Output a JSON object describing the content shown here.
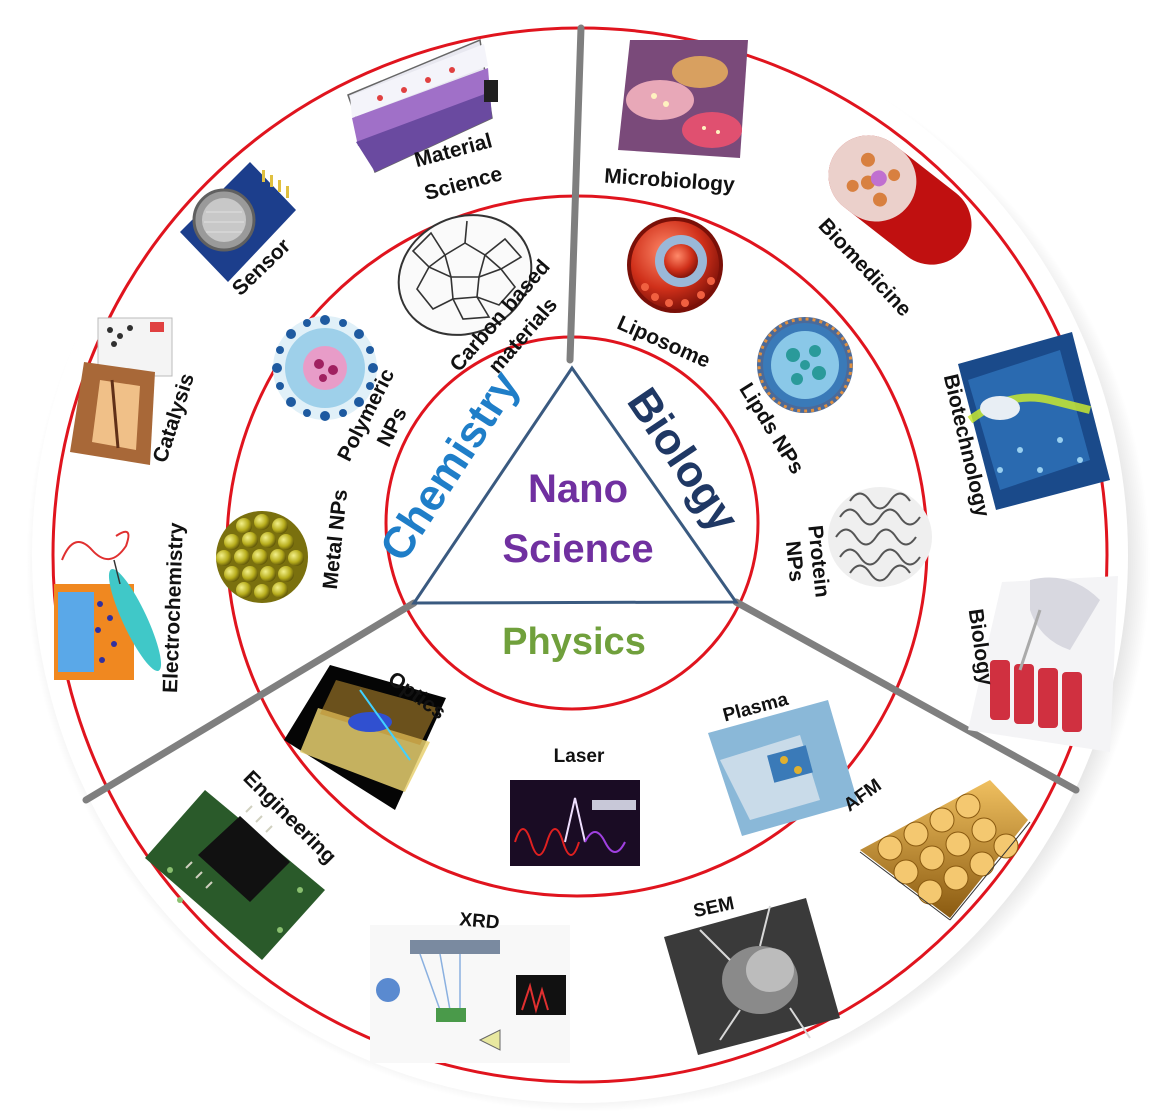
{
  "center": {
    "line1": "Nano",
    "line2": "Science"
  },
  "sectors": {
    "chemistry": "Chemistry",
    "biology": "Biology",
    "physics": "Physics"
  },
  "inner_ring": {
    "carbon": {
      "line1": "Carbon based",
      "line2": "materials"
    },
    "polymeric": {
      "line1": "Polymeric",
      "line2": "NPs"
    },
    "metal": "Metal NPs",
    "liposome": "Liposome",
    "lipids": "Lipds NPs",
    "protein": {
      "line1": "Protein",
      "line2": "NPs"
    },
    "optics": "Optics",
    "laser": "Laser",
    "plasma": "Plasma"
  },
  "outer_ring": {
    "material_science": {
      "line1": "Material",
      "line2": "Science"
    },
    "sensor": "Sensor",
    "catalysis": "Catalysis",
    "electrochemistry": "Electrochemistry",
    "microbiology": "Microbiology",
    "biomedicine": "Biomedicine",
    "biotechnology": "Biotechnology",
    "biology": "Biology",
    "engineering": "Engineering",
    "xrd": "XRD",
    "sem": "SEM",
    "afm": "AFM"
  },
  "colors": {
    "ring": "#e0141e",
    "divider": "#7f7f7f",
    "triangle": "#3a5a80",
    "chemistry": "#1f7ec8",
    "biology": "#1f3864",
    "physics": "#70a03c",
    "core": "#7030a0"
  }
}
